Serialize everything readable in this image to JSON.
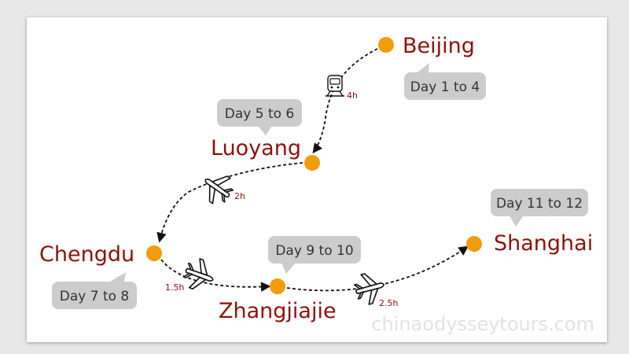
{
  "cities": {
    "beijing": "Beijing",
    "luoyang": "Luoyang",
    "chengdu": "Chengdu",
    "zhangjiajie": "Zhangjiajie",
    "shanghai": "Shanghai"
  },
  "days": {
    "beijing": "Day 1 to 4",
    "luoyang": "Day 5 to 6",
    "chengdu": "Day 7 to 8",
    "zhangjiajie": "Day 9 to 10",
    "shanghai": "Day 11 to 12"
  },
  "durations": {
    "beijing_luoyang": "4h",
    "luoyang_chengdu": "2h",
    "chengdu_zhangjiajie": "1.5h",
    "zhangjiajie_shanghai": "2.5h"
  },
  "transport": {
    "beijing_luoyang": "train-icon",
    "luoyang_chengdu": "airplane-icon",
    "chengdu_zhangjiajie": "airplane-icon",
    "zhangjiajie_shanghai": "airplane-icon"
  },
  "watermark": "chinaodysseytours.com",
  "colors": {
    "city_text": "#8b1209",
    "dot": "#f29b0c",
    "bubble": "#cccccc",
    "route": "#111111"
  }
}
